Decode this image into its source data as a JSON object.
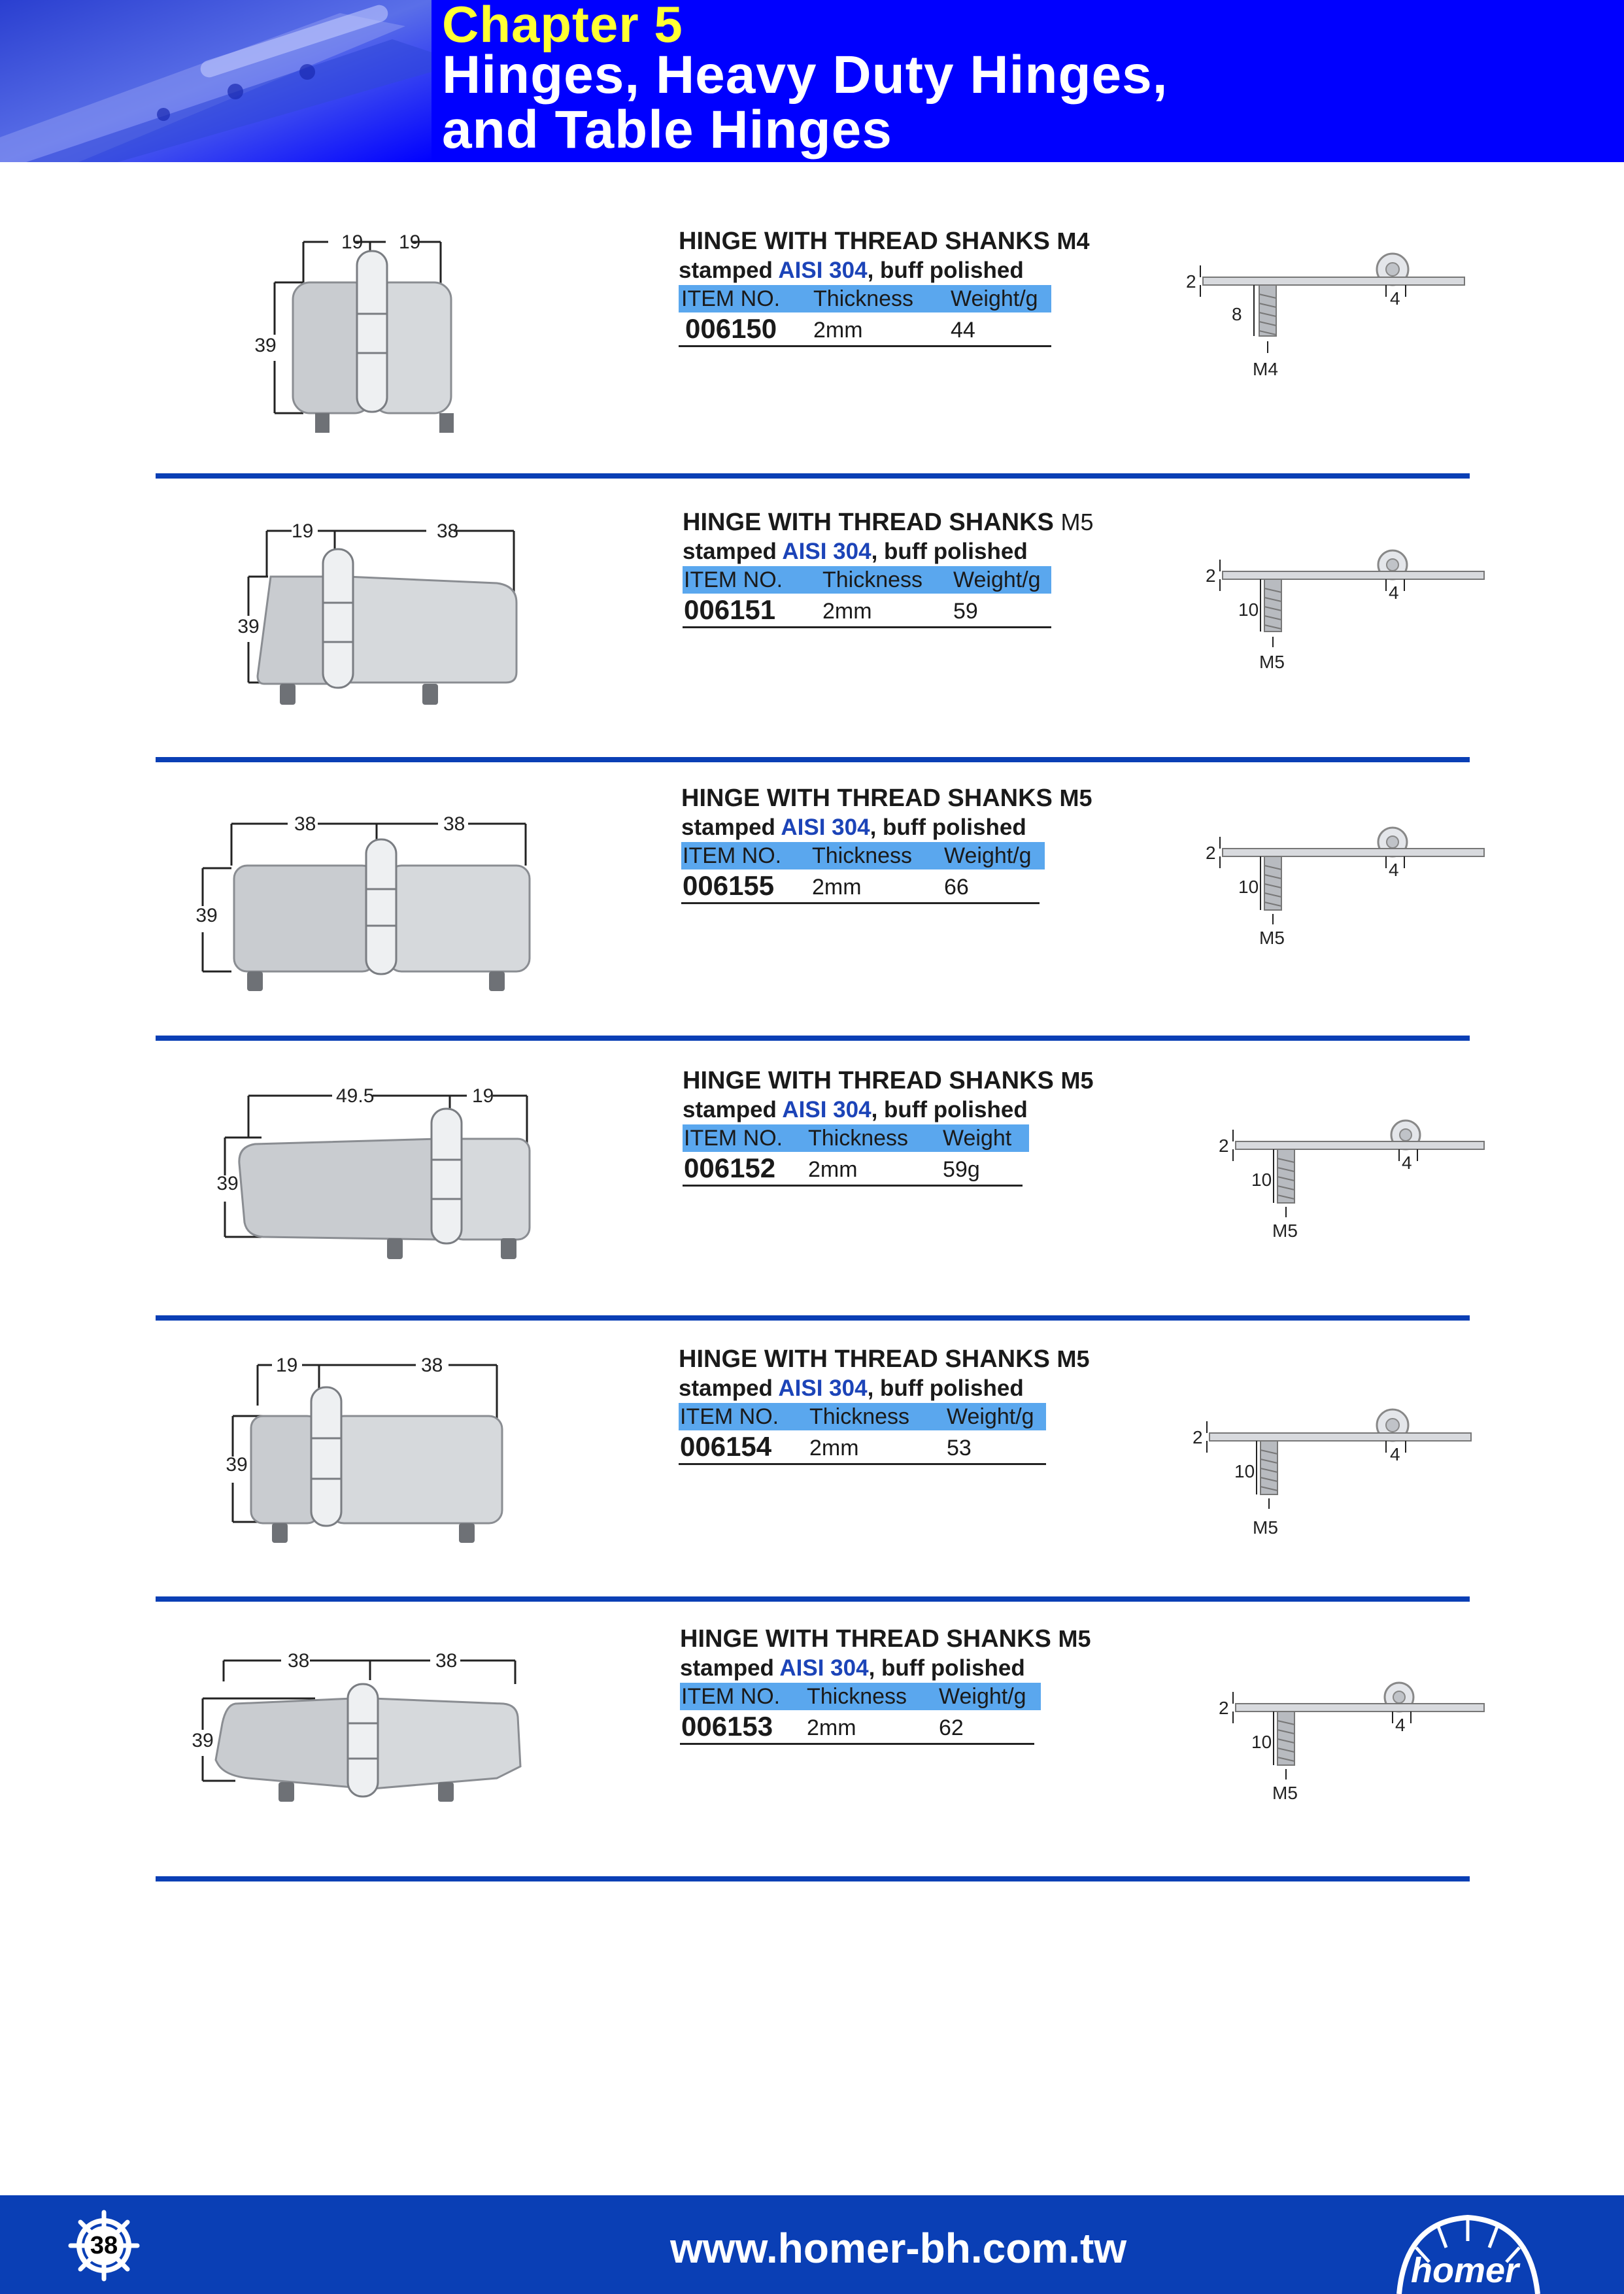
{
  "header": {
    "chapter": "Chapter 5",
    "title_line1": "Hinges, Heavy Duty Hinges,",
    "title_line2": "and Table Hinges"
  },
  "products": [
    {
      "title": "HINGE WITH THREAD SHANKS ",
      "size": "M4",
      "material_pre": "stamped ",
      "material": "AISI 304",
      "material_post": ", buff polished",
      "col_item": "ITEM NO.",
      "col_thickness": "Thickness",
      "col_weight": "Weight/g",
      "item_no": "006150",
      "thickness": "2mm",
      "weight": "44",
      "dims": {
        "left": "19",
        "right": "19",
        "height": "39"
      },
      "diagram": {
        "plate": "2",
        "knuckle": "4",
        "shank": "8",
        "thread": "M4"
      }
    },
    {
      "title": "HINGE WITH THREAD SHANKS ",
      "size": "M5",
      "material_pre": "stamped ",
      "material": "AISI 304",
      "material_post": ", buff polished",
      "col_item": "ITEM NO.",
      "col_thickness": "Thickness",
      "col_weight": "Weight/g",
      "item_no": "006151",
      "thickness": "2mm",
      "weight": "59",
      "dims": {
        "left": "19",
        "right": "38",
        "height": "39"
      },
      "diagram": {
        "plate": "2",
        "knuckle": "4",
        "shank": "10",
        "thread": "M5"
      }
    },
    {
      "title": "HINGE WITH THREAD SHANKS ",
      "size": "M5",
      "material_pre": "stamped ",
      "material": "AISI 304",
      "material_post": ", buff polished",
      "col_item": "ITEM NO.",
      "col_thickness": "Thickness",
      "col_weight": "Weight/g",
      "item_no": "006155",
      "thickness": "2mm",
      "weight": "66",
      "dims": {
        "left": "38",
        "right": "38",
        "height": "39"
      },
      "diagram": {
        "plate": "2",
        "knuckle": "4",
        "shank": "10",
        "thread": "M5"
      }
    },
    {
      "title": "HINGE WITH THREAD SHANKS ",
      "size": "M5",
      "material_pre": "stamped ",
      "material": "AISI 304",
      "material_post": ", buff polished",
      "col_item": "ITEM NO.",
      "col_thickness": "Thickness",
      "col_weight": "Weight",
      "item_no": "006152",
      "thickness": "2mm",
      "weight": "59g",
      "dims": {
        "left": "49.5",
        "right": "19",
        "height": "39"
      },
      "diagram": {
        "plate": "2",
        "knuckle": "4",
        "shank": "10",
        "thread": "M5"
      }
    },
    {
      "title": "HINGE WITH THREAD SHANKS ",
      "size": "M5",
      "material_pre": "stamped ",
      "material": "AISI 304",
      "material_post": ", buff polished",
      "col_item": "ITEM NO.",
      "col_thickness": "Thickness",
      "col_weight": "Weight/g",
      "item_no": "006154",
      "thickness": "2mm",
      "weight": "53",
      "dims": {
        "left": "19",
        "right": "38",
        "height": "39"
      },
      "diagram": {
        "plate": "2",
        "knuckle": "4",
        "shank": "10",
        "thread": "M5"
      }
    },
    {
      "title": "HINGE WITH THREAD SHANKS ",
      "size": "M5",
      "material_pre": "stamped ",
      "material": "AISI 304",
      "material_post": ",  buff polished",
      "col_item": "ITEM NO.",
      "col_thickness": "Thickness",
      "col_weight": "Weight/g",
      "item_no": "006153",
      "thickness": "2mm",
      "weight": "62",
      "dims": {
        "left": "38",
        "right": "38",
        "height": "39"
      },
      "diagram": {
        "plate": "2",
        "knuckle": "4",
        "shank": "10",
        "thread": "M5"
      }
    }
  ],
  "footer": {
    "page_number": "38",
    "url": "www.homer-bh.com.tw",
    "logo_text": "homer",
    "logo_icon": "ship-wheel-icon"
  },
  "colors": {
    "header_blue": "#0000ff",
    "footer_blue": "#0a3fb5",
    "chapter_yellow": "#ffff33",
    "table_header": "#5aa7ee",
    "aisi_blue": "#1c44b8"
  }
}
